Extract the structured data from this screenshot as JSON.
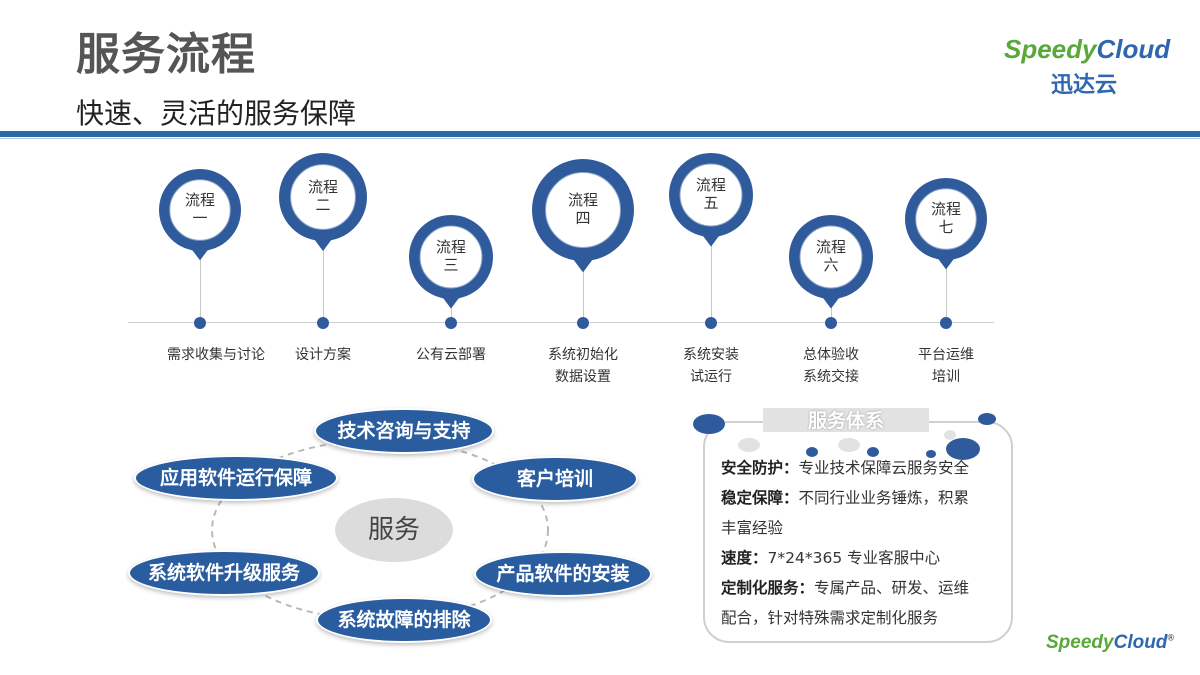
{
  "header": {
    "title": "服务流程",
    "subtitle": "快速、灵活的服务保障",
    "brand_en_a": "Speedy",
    "brand_en_b": "Cloud",
    "brand_cn": "迅达云"
  },
  "colors": {
    "accent": "#2a68a8",
    "pin": "#2f5b9c",
    "brand_green": "#58a83a"
  },
  "steps": [
    {
      "line1": "流程",
      "line2": "一",
      "label1": "需求收集与讨论",
      "label2": ""
    },
    {
      "line1": "流程",
      "line2": "二",
      "label1": "设计方案",
      "label2": ""
    },
    {
      "line1": "流程",
      "line2": "三",
      "label1": "公有云部署",
      "label2": ""
    },
    {
      "line1": "流程",
      "line2": "四",
      "label1": "系统初始化",
      "label2": "数据设置"
    },
    {
      "line1": "流程",
      "line2": "五",
      "label1": "系统安装",
      "label2": "试运行"
    },
    {
      "line1": "流程",
      "line2": "六",
      "label1": "总体验收",
      "label2": "系统交接"
    },
    {
      "line1": "流程",
      "line2": "七",
      "label1": "平台运维",
      "label2": "培训"
    }
  ],
  "services": {
    "center": "服务",
    "items": [
      "技术咨询与支持",
      "客户培训",
      "产品软件的安装",
      "系统故障的排除",
      "系统软件升级服务",
      "应用软件运行保障"
    ]
  },
  "system": {
    "title": "服务体系",
    "rows": [
      {
        "key": "安全防护：",
        "text": "专业技术保障云服务安全"
      },
      {
        "key": "稳定保障：",
        "text": "不同行业业务锤炼，积累"
      },
      {
        "key": "",
        "text": "丰富经验"
      },
      {
        "key": "速度：",
        "text": "7*24*365 专业客服中心"
      },
      {
        "key": "定制化服务：",
        "text": "专属产品、研发、运维"
      },
      {
        "key": "",
        "text": "配合，针对特殊需求定制化服务"
      }
    ]
  },
  "footer": {
    "brand_en_a": "Speedy",
    "brand_en_b": "Cloud",
    "reg": "®"
  }
}
